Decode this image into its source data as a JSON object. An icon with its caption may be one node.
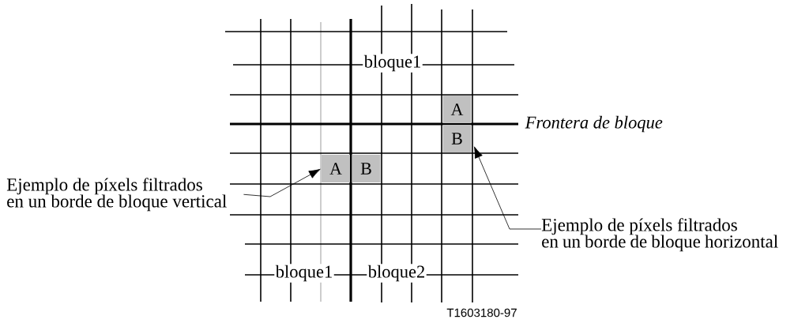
{
  "diagram": {
    "nodes": [
      {
        "text": [
          "A"
        ]
      },
      {
        "text": [
          "B"
        ]
      },
      {
        "text": [
          "A"
        ]
      },
      {
        "text": [
          "B"
        ]
      },
      {
        "text": [
          "Ejemplo de píxels filtrados en un borde de bloque vertical"
        ]
      },
      {
        "text": [
          "Ejemplo de píxels filtrados en un borde de bloque horizontal"
        ]
      }
    ],
    "edges": [
      {
        "from": 4,
        "to": 2,
        "arrow": "to"
      },
      {
        "from": 5,
        "to": 1,
        "arrow": "to"
      }
    ],
    "labels": [
      "bloque1",
      "Frontera de bloque",
      "bloque1",
      "bloque2",
      "T1603180-97"
    ]
  }
}
